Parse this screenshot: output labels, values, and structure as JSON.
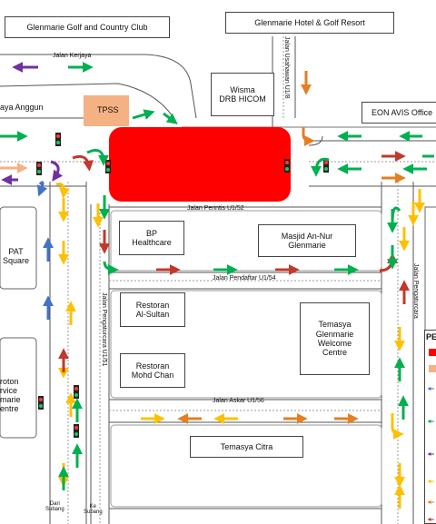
{
  "map": {
    "places": {
      "glenmarie_golf": "Glenmarie Golf and Country Club",
      "glenmarie_hotel": "Glenmarie Hotel & Golf Resort",
      "wisma_drb": "Wisma\nDRB HICOM",
      "tpss": "TPSS",
      "eon_avis": "EON AVIS Office",
      "bp_healthcare": "BP\nHealthcare",
      "masjid": "Masjid An-Nur\nGlenmarie",
      "restoran_sultan": "Restoran\nAl-Sultan",
      "restoran_mohd": "Restoran\nMohd Chan",
      "temasya_welcome": "Temasya\nGlenmarie\nWelcome\nCentre",
      "temasya_citra": "Temasya Citra",
      "pat_square": "PAT\nSquare",
      "proton_centre": "roton\nrvice\nmarie\nentre"
    },
    "roads": {
      "kerjaya": "Jalan Kerjaya",
      "ushahawan": "Jalan Usahawan U1/8",
      "anggun": "aya Anggun",
      "perintis": "Jalan Perintis U1/52",
      "pendaftar": "Jalan Pendaftar U1/54",
      "askar": "Jalan Askar U1/56",
      "pengaturcara_51": "Jalan Pengaturcara U1/51",
      "pengaturcara_right": "Jalan Pengaturcara"
    },
    "directions": {
      "dari_subang": "Dari\nSubang",
      "ke_subang": "Ke\nSubang"
    },
    "legend": {
      "title": "PE"
    },
    "colors": {
      "closure": "#ff0000",
      "tpss": "#f4b183",
      "green": "#00b050",
      "red_brown": "#c0392b",
      "orange": "#e67e22",
      "yellow": "#ffc000",
      "blue": "#4472c4",
      "purple": "#7030a0"
    }
  }
}
